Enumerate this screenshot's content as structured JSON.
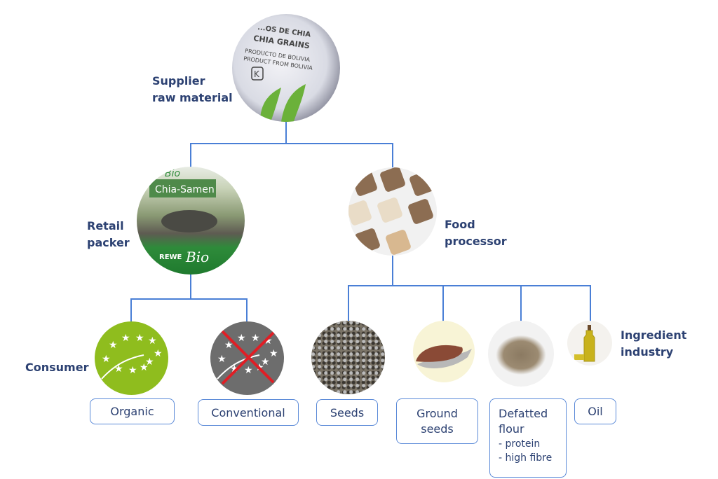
{
  "colors": {
    "connector": "#4a7fd6",
    "label_text": "#2c4172",
    "organic_green": "#8fbd1e",
    "conventional_grey": "#6d6d6d",
    "cross_red": "#e01e25"
  },
  "nodes": {
    "supplier": {
      "label_line1": "Supplier",
      "label_line2": "raw material",
      "image_text": [
        "...OS DE CHIA",
        "CHIA GRAINS",
        "PRODUCTO DE BOLIVIA",
        "PRODUCT FROM BOLIVIA",
        "K"
      ]
    },
    "retail": {
      "label_line1": "Retail",
      "label_line2": "packer",
      "image_text": [
        "Bio",
        "Chia-Samen",
        "REWE",
        "Bio"
      ]
    },
    "food": {
      "label_line1": "Food",
      "label_line2": "processor"
    },
    "consumer": {
      "label": "Consumer"
    },
    "ingredient": {
      "label_line1": "Ingredient",
      "label_line2": "industry"
    }
  },
  "products": {
    "organic": {
      "label": "Organic",
      "icon": "eu-organic-leaf-logo"
    },
    "conventional": {
      "label": "Conventional",
      "icon": "eu-organic-leaf-logo-crossed-out"
    },
    "seeds": {
      "label": "Seeds"
    },
    "ground": {
      "line1": "Ground",
      "line2": "seeds"
    },
    "defatted": {
      "line1": "Defatted",
      "line2": "flour",
      "bullets": [
        "- protein",
        "- high fibre"
      ]
    },
    "oil": {
      "label": "Oil"
    }
  }
}
